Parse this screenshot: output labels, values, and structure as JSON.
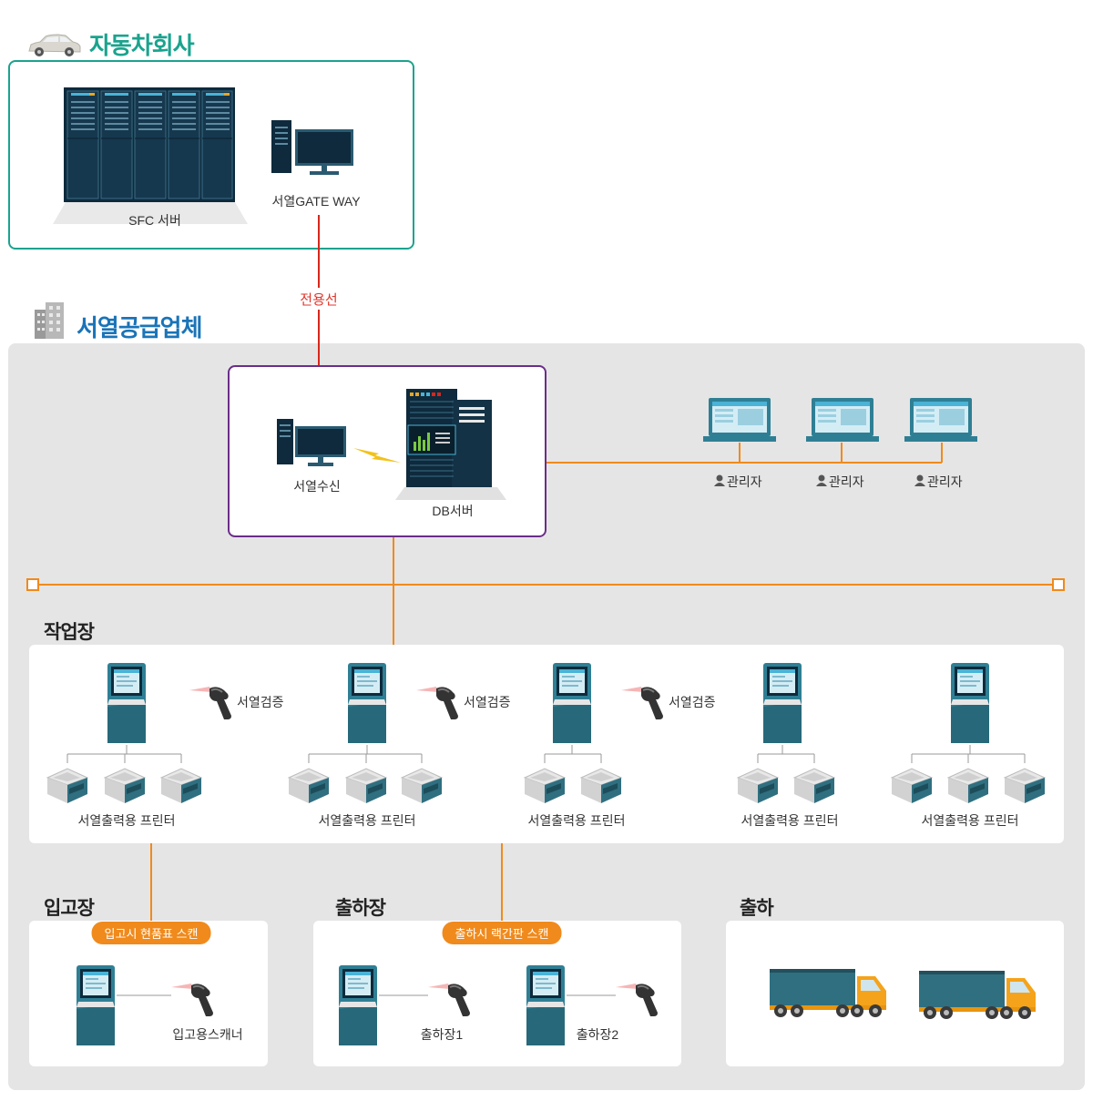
{
  "company": {
    "title": "자동차회사",
    "sfc_server": "SFC 서버",
    "gateway": "서열GATE WAY"
  },
  "dedicated_line": "전용선",
  "supplier": {
    "title": "서열공급업체",
    "receiver": "서열수신",
    "db_server": "DB서버",
    "admins": [
      "관리자",
      "관리자",
      "관리자"
    ]
  },
  "workplace": {
    "title": "작업장",
    "verify_labels": [
      "서열검증",
      "서열검증",
      "서열검증"
    ],
    "printer_labels": [
      "서열출력용 프린터",
      "서열출력용 프린터",
      "서열출력용 프린터",
      "서열출력용 프린터",
      "서열출력용 프린터"
    ]
  },
  "receiving": {
    "title": "입고장",
    "banner": "입고시 현품표 스캔",
    "scanner_label": "입고용스캐너"
  },
  "shipping": {
    "title": "출하장",
    "banner": "출하시 랙간판 스캔",
    "labels": [
      "출하장1",
      "출하장2"
    ]
  },
  "dispatch": {
    "title": "출하"
  },
  "colors": {
    "company_border": "#1aa38e",
    "db_border": "#6b2d8a",
    "line_orange": "#f08a1c",
    "line_red": "#d9261c",
    "kiosk_teal": "#2f7f94",
    "server_dark": "#0e2a3c"
  }
}
